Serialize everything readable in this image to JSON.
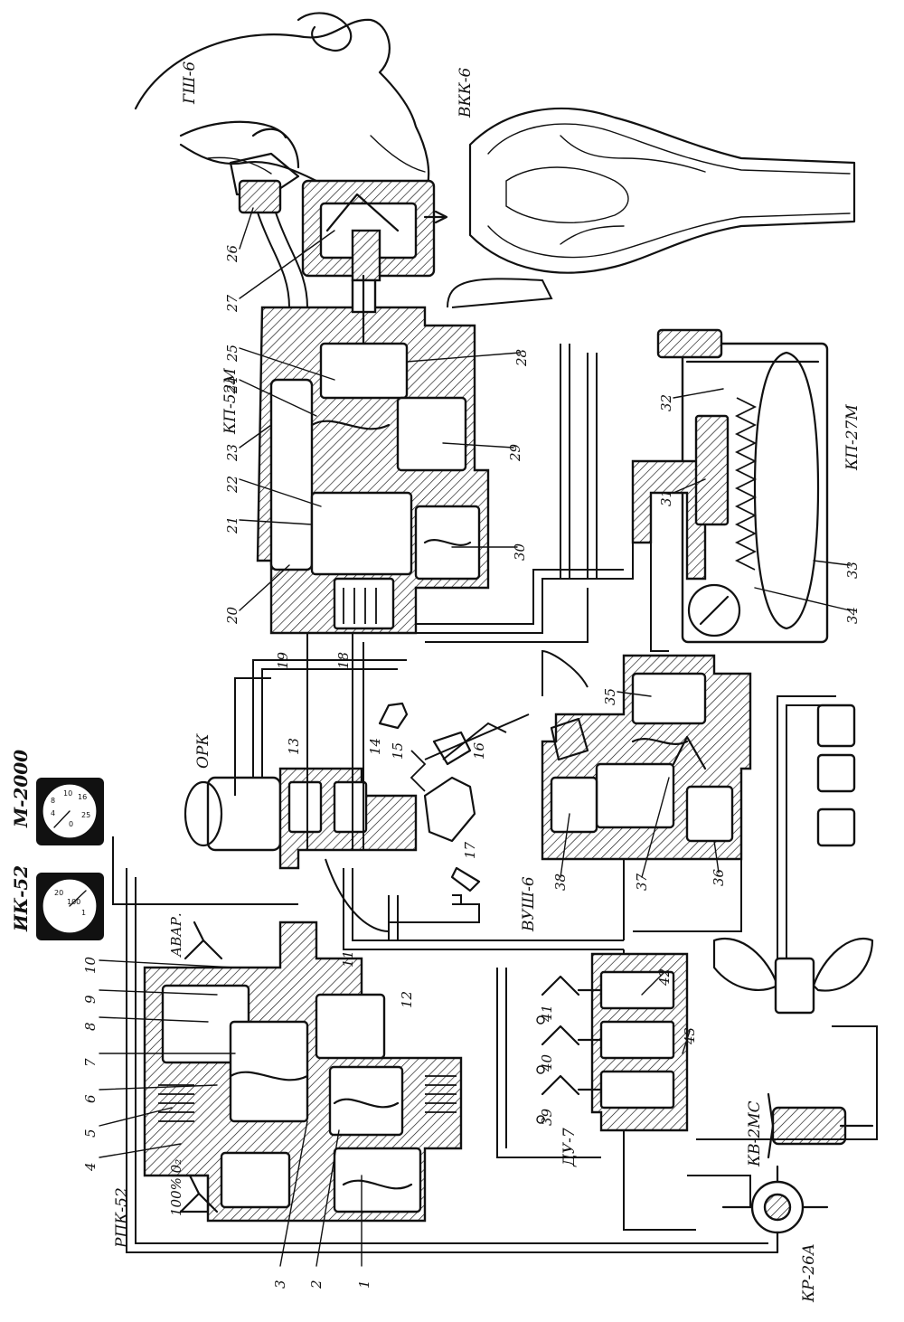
{
  "units": {
    "gsh": "ГШ-6",
    "vkk": "ВКК-6",
    "kp52m": "КП-52М",
    "kp27m": "КП-27М",
    "ork": "ОРК",
    "vush": "ВУШ-6",
    "ik52": "ИК-52",
    "m2000": "М-2000",
    "rpk52": "РПК-52",
    "du7": "ДУ-7",
    "kv2ms": "КВ-2МС",
    "kr26a": "КР-26А",
    "avar": "АВАР.",
    "o2": "100% 0₂"
  },
  "gauges": {
    "ik52": [
      "20",
      "100",
      "1"
    ],
    "m2000": [
      "8",
      "10",
      "16",
      "4",
      "0",
      "25"
    ]
  },
  "callouts": [
    "1",
    "2",
    "3",
    "4",
    "5",
    "6",
    "7",
    "8",
    "9",
    "10",
    "11",
    "12",
    "13",
    "14",
    "15",
    "16",
    "17",
    "18",
    "19",
    "20",
    "21",
    "22",
    "23",
    "24",
    "25",
    "26",
    "27",
    "28",
    "29",
    "30",
    "31",
    "32",
    "33",
    "34",
    "35",
    "36",
    "37",
    "38",
    "39",
    "40",
    "41",
    "42",
    "43"
  ]
}
